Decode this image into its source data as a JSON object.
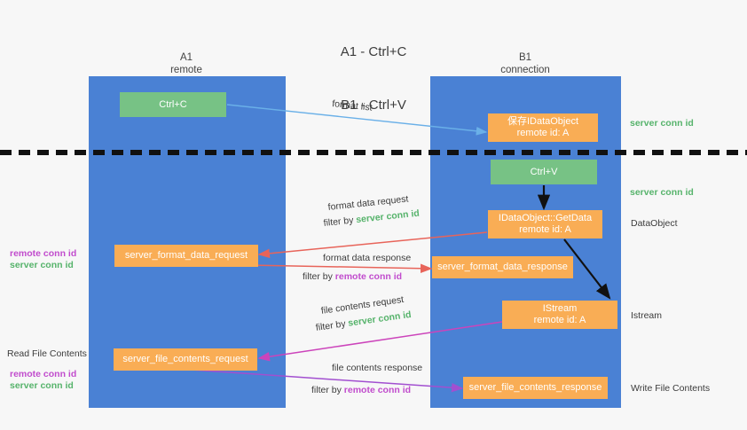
{
  "title": {
    "line1": "A1 - Ctrl+C",
    "line2": "B1 - Ctrl+V"
  },
  "colors": {
    "lane": "#4a81d4",
    "green_box": "#77c285",
    "orange_box": "#f9ad55",
    "server_conn_text": "#56b36b",
    "remote_conn_text": "#c14ccd",
    "blue_arrow": "#6ab0e8",
    "red_arrow": "#e8645a",
    "magenta_arrow": "#cc44bb",
    "purple_arrow": "#a24fd0",
    "black_arrow": "#1a1a1a",
    "background": "#f7f7f7"
  },
  "columns": [
    {
      "name": "A1",
      "sub": "remote"
    },
    {
      "name": "B1",
      "sub": "connection"
    }
  ],
  "nodes": {
    "ctrl_c": {
      "l1": "Ctrl+C",
      "l2": ""
    },
    "ctrl_v": {
      "l1": "Ctrl+V",
      "l2": ""
    },
    "save_dataobject": {
      "l1": "保存IDataObject",
      "l2": "remote id: A"
    },
    "getdata": {
      "l1": "IDataObject::GetData",
      "l2": "remote id: A"
    },
    "istream": {
      "l1": "IStream",
      "l2": "remote id: A"
    },
    "format_data_request": {
      "l1": "server_format_data_request",
      "l2": ""
    },
    "format_data_response": {
      "l1": "server_format_data_response",
      "l2": ""
    },
    "file_contents_request": {
      "l1": "server_file_contents_request",
      "l2": ""
    },
    "file_contents_response": {
      "l1": "server_file_contents_response",
      "l2": ""
    }
  },
  "edges": {
    "format_list": "format list",
    "format_data_request": "format data request",
    "format_data_request_filter_pre": "filter by ",
    "format_data_request_filter_key": "server conn id",
    "format_data_response": "format data response",
    "format_data_response_filter_pre": "filter by ",
    "format_data_response_filter_key": "remote conn id",
    "file_contents_request": "file contents request",
    "file_contents_request_filter_pre": "filter by ",
    "file_contents_request_filter_key": "server conn id",
    "file_contents_response": "file contents response",
    "file_contents_response_filter_pre": "filter by ",
    "file_contents_response_filter_key": "remote conn id"
  },
  "right_annotations": {
    "server_conn_id_top": "server conn id",
    "server_conn_id_mid": "server conn id",
    "dataobject": "DataObject",
    "istream": "Istream",
    "write_file_contents": "Write File Contents"
  },
  "left_annotations": {
    "remote_conn_id_1": "remote conn id",
    "server_conn_id_1": "server conn id",
    "read_file_contents": "Read File Contents",
    "remote_conn_id_2": "remote conn id",
    "server_conn_id_2": "server conn id"
  }
}
